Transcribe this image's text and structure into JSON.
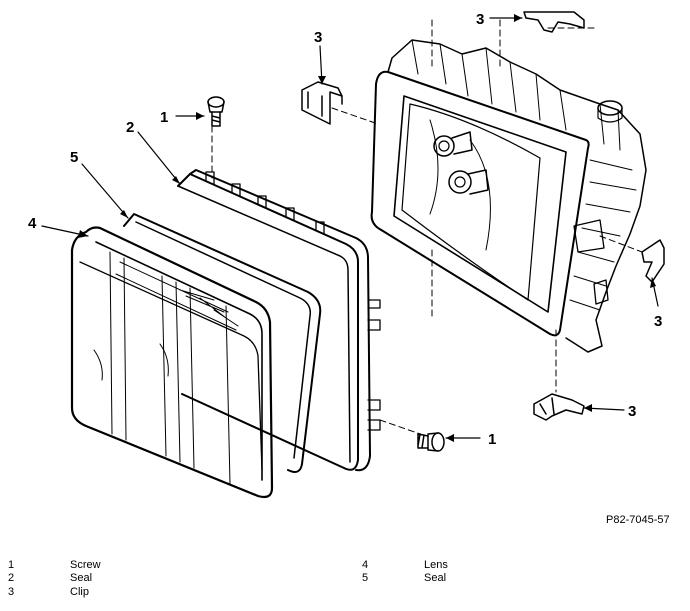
{
  "diagram": {
    "callouts": {
      "screw_top": "1",
      "screw_bottom": "1",
      "seal_frame": "2",
      "clip_top_left": "3",
      "clip_top_right": "3",
      "clip_right": "3",
      "clip_bottom": "3",
      "lens": "4",
      "seal_lens": "5"
    },
    "reference_code": "P82-7045-57"
  },
  "legend": {
    "left": [
      {
        "num": "1",
        "name": "Screw"
      },
      {
        "num": "2",
        "name": "Seal"
      },
      {
        "num": "3",
        "name": "Clip"
      }
    ],
    "right": [
      {
        "num": "4",
        "name": "Lens"
      },
      {
        "num": "5",
        "name": "Seal"
      }
    ]
  }
}
